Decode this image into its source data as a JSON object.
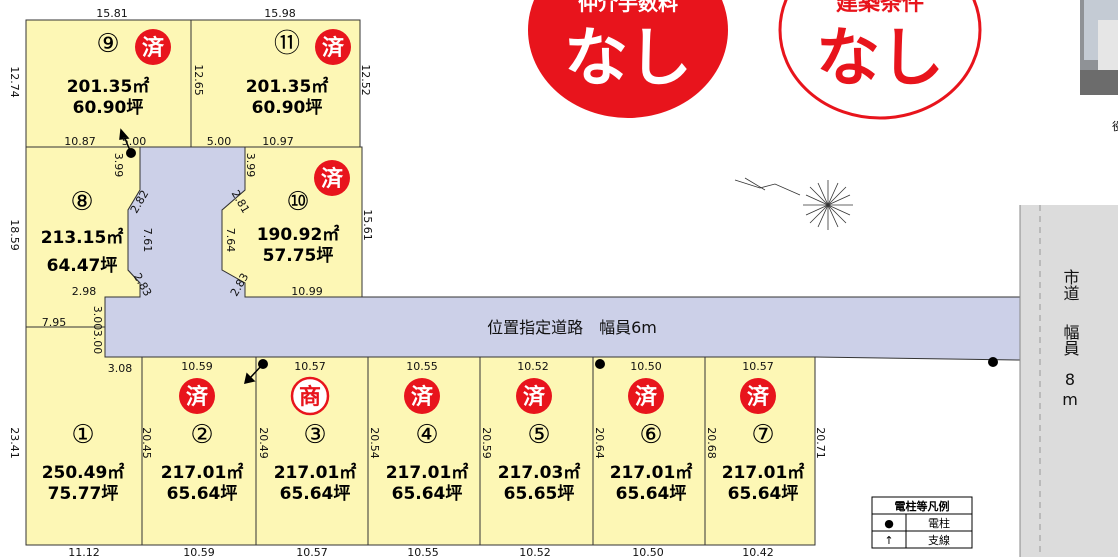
{
  "lots": [
    {
      "num": "⑨",
      "area": "201.35㎡",
      "tsubo": "60.90坪",
      "status": "済"
    },
    {
      "num": "⑪",
      "area": "201.35㎡",
      "tsubo": "60.90坪",
      "status": "済"
    },
    {
      "num": "⑧",
      "area": "213.15㎡",
      "tsubo": "64.47坪",
      "status": ""
    },
    {
      "num": "⑩",
      "area": "190.92㎡",
      "tsubo": "57.75坪",
      "status": "済"
    },
    {
      "num": "①",
      "area": "250.49㎡",
      "tsubo": "75.77坪",
      "status": ""
    },
    {
      "num": "②",
      "area": "217.01㎡",
      "tsubo": "65.64坪",
      "status": "済"
    },
    {
      "num": "③",
      "area": "217.01㎡",
      "tsubo": "65.64坪",
      "status": "商"
    },
    {
      "num": "④",
      "area": "217.01㎡",
      "tsubo": "65.64坪",
      "status": "済"
    },
    {
      "num": "⑤",
      "area": "217.03㎡",
      "tsubo": "65.65坪",
      "status": "済"
    },
    {
      "num": "⑥",
      "area": "217.01㎡",
      "tsubo": "65.64坪",
      "status": "済"
    },
    {
      "num": "⑦",
      "area": "217.01㎡",
      "tsubo": "65.64坪",
      "status": "済"
    }
  ],
  "dims": [
    "15.81",
    "15.98",
    "12.74",
    "12.65",
    "12.52",
    "10.87",
    "5.00",
    "5.00",
    "10.97",
    "3.99",
    "3.99",
    "18.59",
    "2.82",
    "2.81",
    "7.61",
    "7.64",
    "15.61",
    "2.83",
    "2.83",
    "2.98",
    "3.00",
    "3.00",
    "7.95",
    "10.99",
    "3.08",
    "10.59",
    "10.57",
    "10.55",
    "10.52",
    "10.50",
    "10.57",
    "23.41",
    "20.45",
    "20.49",
    "20.54",
    "20.59",
    "20.64",
    "20.68",
    "20.71",
    "11.12",
    "10.59",
    "10.57",
    "10.55",
    "10.52",
    "10.50",
    "10.42"
  ],
  "road": {
    "label": "位置指定道路　幅員6m",
    "city_road": "市道",
    "city_width_label": "幅員",
    "city_width_value": "8",
    "city_width_unit": "m"
  },
  "badges": {
    "line1": "仲介手数料",
    "line1_word": "なし",
    "line2": "建築条件",
    "line2_word": "なし"
  },
  "legend": {
    "title": "電柱等凡例",
    "rows": [
      {
        "symbol": "●",
        "label": "電柱"
      },
      {
        "symbol": "↑",
        "label": "支線"
      }
    ]
  },
  "photo_caption": "役",
  "colors": {
    "lot": "#fdf7b5",
    "road": "#ccd0e8",
    "stamp": "#e8141c",
    "cityroad": "#dcdcdc"
  }
}
